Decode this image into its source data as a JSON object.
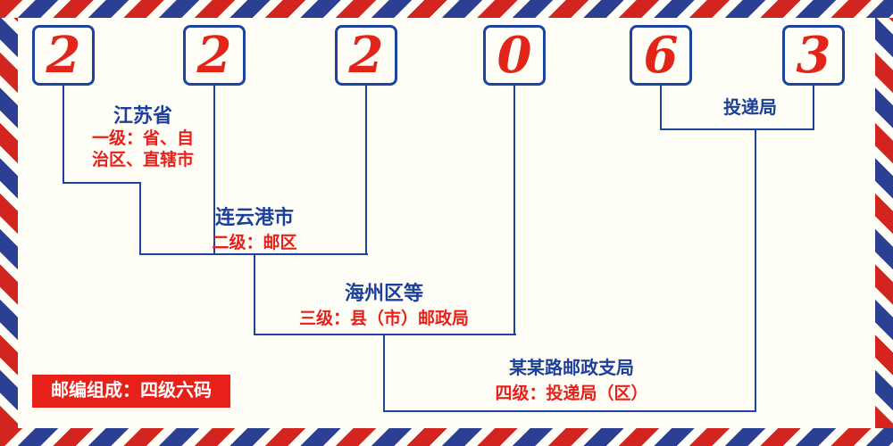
{
  "postal_code": {
    "digits": [
      "2",
      "2",
      "2",
      "0",
      "6",
      "3"
    ]
  },
  "labels": {
    "province": {
      "title": "江苏省",
      "desc_lines": [
        "一级：省、自",
        "治区、直辖市"
      ]
    },
    "city": {
      "title": "连云港市",
      "desc": "二级：邮区"
    },
    "county": {
      "title": "海州区等",
      "desc": "三级：县（市）邮政局"
    },
    "branch": {
      "title": "某某路邮政支局",
      "desc": "四级：投递局（区）"
    },
    "delivery": {
      "title": "投递局"
    }
  },
  "badge": {
    "text": "邮编组成：四级六码"
  },
  "colors": {
    "digit_red": "#e1251b",
    "text_red": "#e8201a",
    "line_blue": "#1c449f",
    "text_blue": "#1c3f9b",
    "stripe_red": "#d2251f",
    "stripe_blue": "#2b3f93",
    "badge_background": "#e8201a",
    "background": "#fffef6"
  }
}
